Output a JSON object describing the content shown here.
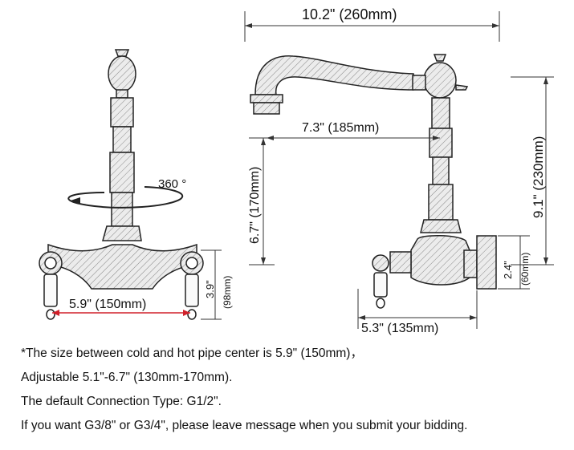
{
  "dimensions": {
    "spout_reach": "10.2\" (260mm)",
    "spout_to_wall": "7.3\" (185mm)",
    "vertical_height": "6.7\" (170mm)",
    "total_height": "9.1\" (230mm)",
    "rotation": "360 °",
    "handle_spacing": "5.9\" (150mm)",
    "front_height_in": "3.9\"",
    "front_height_mm": "(98mm)",
    "flange_in": "2.4\"",
    "flange_mm": "(60mm)",
    "side_depth": "5.3\" (135mm)"
  },
  "notes": [
    "*The size between cold and hot pipe center is 5.9\" (150mm)，",
    "Adjustable 5.1\"-6.7\" (130mm-170mm).",
    "The default Connection Type: G1/2\".",
    "If you want G3/8\" or G3/4\", please leave message when you submit your bidding."
  ],
  "colors": {
    "line": "#222222",
    "dimension": "#333333",
    "accent_red": "#d0202a",
    "fill": "#e6e6e6"
  }
}
